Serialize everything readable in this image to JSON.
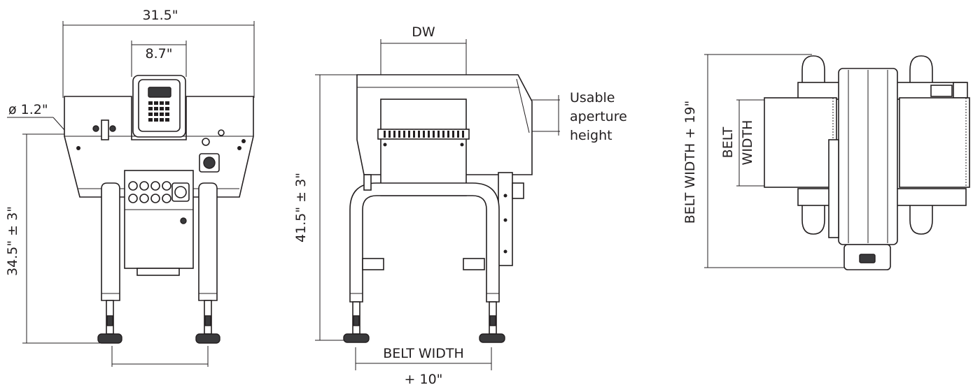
{
  "front_view": {
    "overall_width": "31.5\"",
    "hmi_width": "8.7\"",
    "pipe_diameter": "ø 1.2\"",
    "height": "34.5\" ± 3\""
  },
  "side_view": {
    "detector_width": "DW",
    "aperture_label": [
      "Usable",
      "aperture",
      "height"
    ],
    "height": "41.5\" ± 3\"",
    "belt_width": "BELT WIDTH",
    "belt_width_offset": "+ 10\""
  },
  "top_view": {
    "length": "BELT WIDTH  + 19\"",
    "belt_label": [
      "BELT",
      "WIDTH"
    ]
  },
  "colors": {
    "line": "#231f20",
    "fill_grey": "#d4d5d6",
    "fill_dark": "#3a3a3c"
  }
}
